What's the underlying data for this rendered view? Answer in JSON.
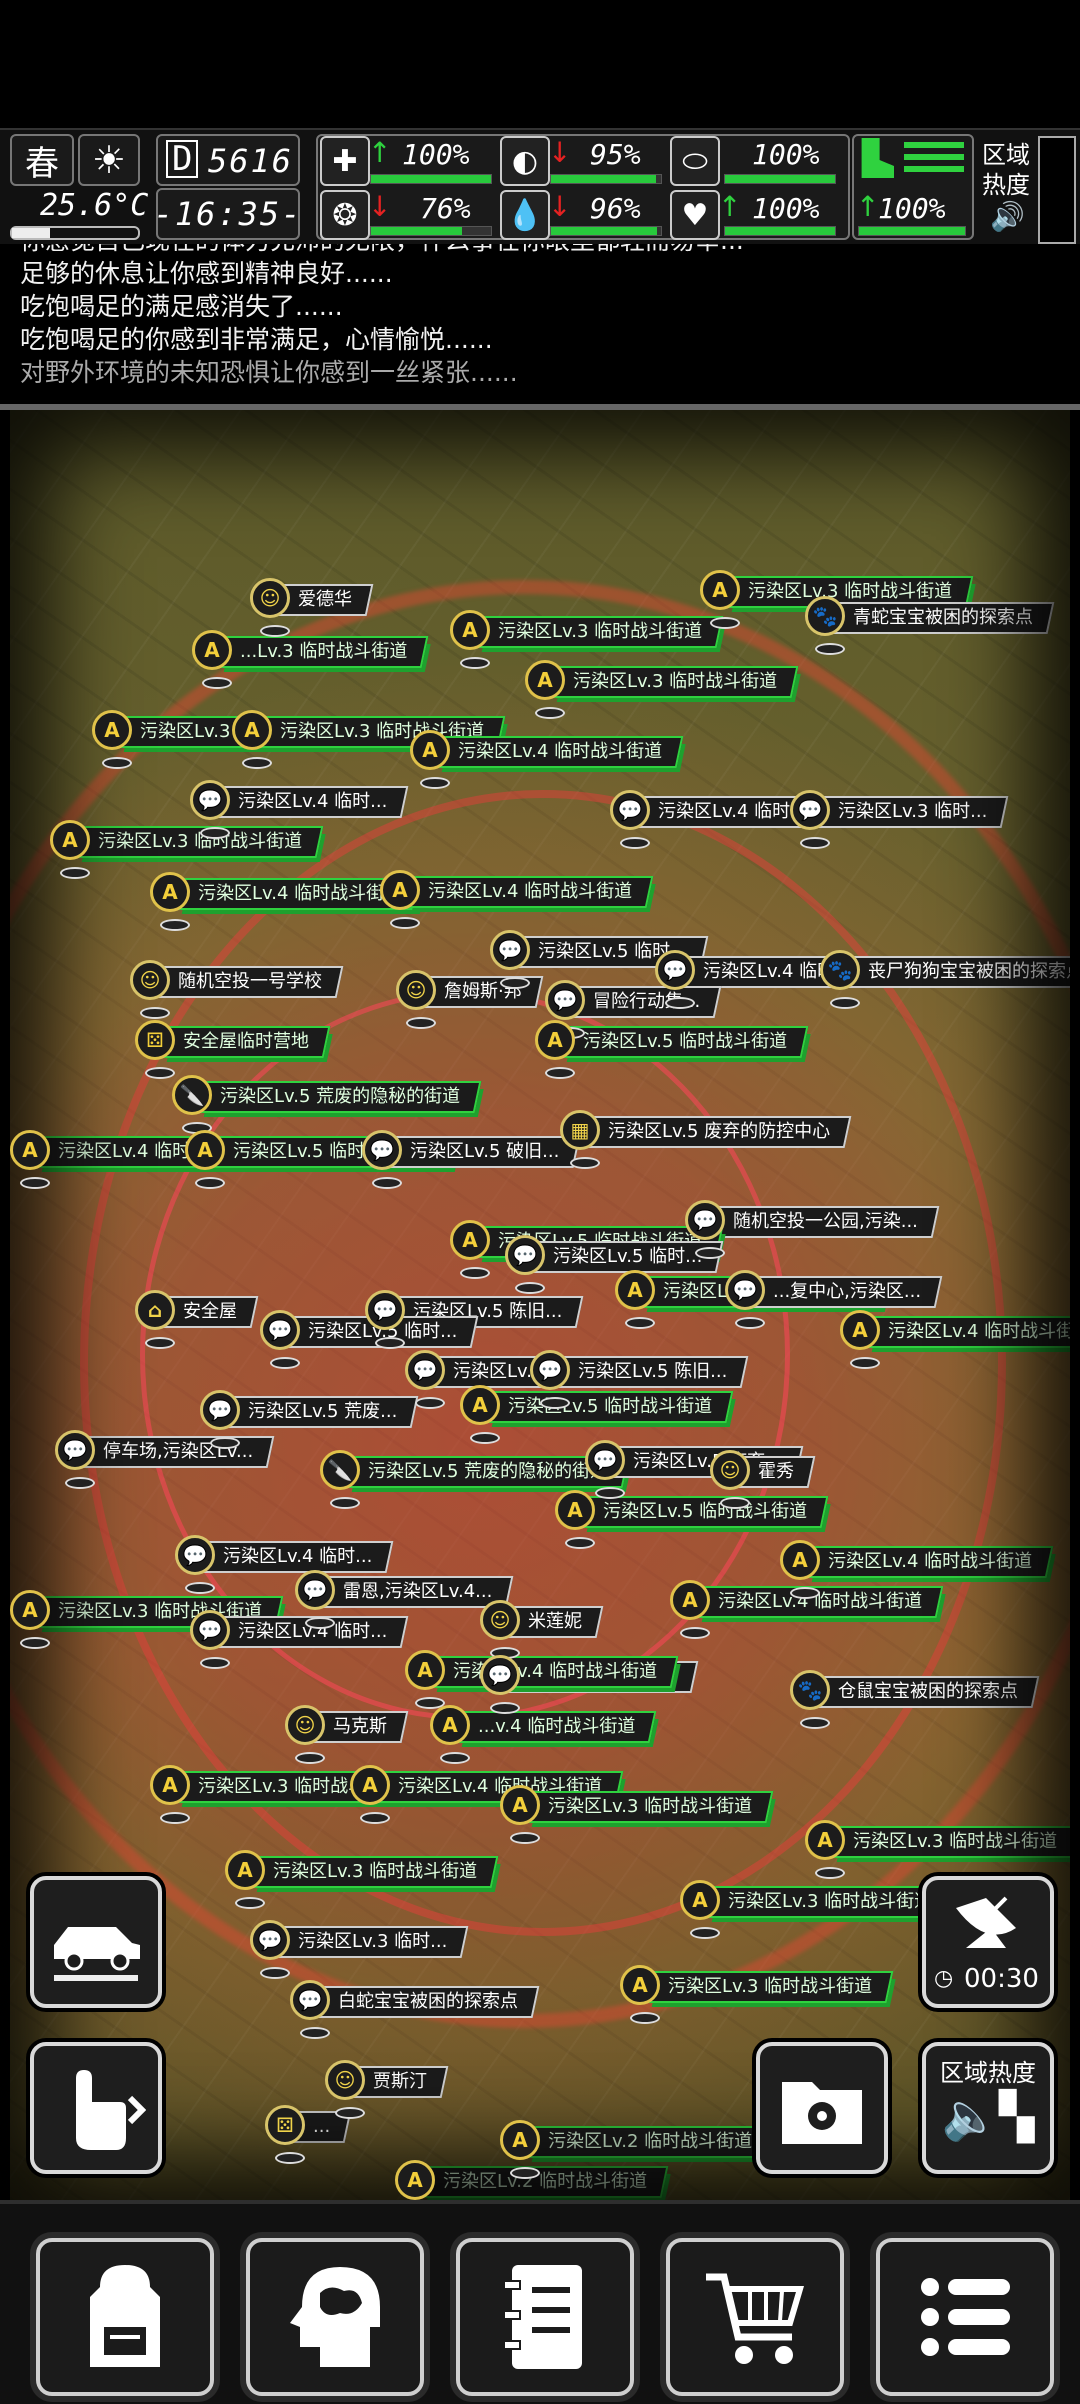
{
  "status": {
    "season": "春",
    "weather_icon": "sun-icon",
    "temperature": "25.6°C",
    "day_label": "D",
    "day_number": "5616",
    "time": "-16:35-",
    "stats": [
      {
        "name": "health",
        "icon": "medkit-icon",
        "trend": "up",
        "value": "100%"
      },
      {
        "name": "stomach",
        "icon": "stomach-icon",
        "trend": "down",
        "value": "95%"
      },
      {
        "name": "capsule",
        "icon": "pill-icon",
        "trend": "none",
        "value": "100%"
      },
      {
        "name": "brain",
        "icon": "brain-icon",
        "trend": "down",
        "value": "76%"
      },
      {
        "name": "water",
        "icon": "water-drop-icon",
        "trend": "down",
        "value": "96%"
      },
      {
        "name": "heart",
        "icon": "heart-icon",
        "trend": "up",
        "value": "100%"
      },
      {
        "name": "stamina",
        "icon": "boot-icon",
        "trend": "up",
        "value": "100%"
      }
    ],
    "region_heat_label": "区域热度"
  },
  "log": [
    "你感觉自己现在的体力充沛的无限，什么事在你眼里都轻而易举...",
    "足够的休息让你感到精神良好......",
    "吃饱喝足的满足感消失了......",
    "吃饱喝足的你感到非常满足，心情愉悦......",
    "对野外环境的未知恐惧让你感到一丝紧张......"
  ],
  "map": {
    "markers": [
      {
        "icon": "person",
        "label": "爱德华",
        "g": false
      },
      {
        "icon": "A",
        "label": "污染区Lv.3 临时战斗街道",
        "g": true
      },
      {
        "icon": "paw",
        "label": "青蛇宝宝被困的探索点",
        "g": false
      },
      {
        "icon": "A",
        "label": "...Lv.3 临时战斗街道",
        "g": true
      },
      {
        "icon": "A",
        "label": "污染区Lv.3 临时战斗街道",
        "g": true
      },
      {
        "icon": "A",
        "label": "污染区Lv.3 临时战斗街道",
        "g": true
      },
      {
        "icon": "A",
        "label": "污染区Lv.3 临时战斗街道",
        "g": true
      },
      {
        "icon": "A",
        "label": "污染区Lv.3 临时战斗街道",
        "g": true
      },
      {
        "icon": "A",
        "label": "污染区Lv.4 临时战斗街道",
        "g": true
      },
      {
        "icon": "chat",
        "label": "污染区Lv.4 临时...",
        "g": false
      },
      {
        "icon": "chat",
        "label": "污染区Lv.4 临时...",
        "g": false
      },
      {
        "icon": "chat",
        "label": "污染区Lv.3 临时...",
        "g": false
      },
      {
        "icon": "A",
        "label": "污染区Lv.3 临时战斗街道",
        "g": true
      },
      {
        "icon": "A",
        "label": "污染区Lv.4 临时战斗街道",
        "g": true
      },
      {
        "icon": "A",
        "label": "污染区Lv.4 临时战斗街道",
        "g": true
      },
      {
        "icon": "chat",
        "label": "污染区Lv.5 临时...",
        "g": false
      },
      {
        "icon": "chat",
        "label": "污染区Lv.4 临时...",
        "g": false
      },
      {
        "icon": "paw",
        "label": "丧尸狗狗宝宝被困的探索点",
        "g": false
      },
      {
        "icon": "person",
        "label": "随机空投一号学校",
        "g": false
      },
      {
        "icon": "person",
        "label": "詹姆斯·邦",
        "g": false
      },
      {
        "icon": "chat",
        "label": "冒险行动集...",
        "g": false
      },
      {
        "icon": "dice",
        "label": "安全屋临时营地",
        "g": true
      },
      {
        "icon": "A",
        "label": "污染区Lv.5 临时战斗街道",
        "g": true
      },
      {
        "icon": "knife",
        "label": "污染区Lv.5 荒废的隐秘的街道",
        "g": true
      },
      {
        "icon": "building",
        "label": "污染区Lv.5 废弃的防控中心",
        "g": false
      },
      {
        "icon": "A",
        "label": "污染区Lv.4 临时战斗街道",
        "g": true
      },
      {
        "icon": "A",
        "label": "污染区Lv.5 临时战斗街道",
        "g": true
      },
      {
        "icon": "chat",
        "label": "污染区Lv.5 破旧...",
        "g": false
      },
      {
        "icon": "chat",
        "label": "随机空投一公园,污染...",
        "g": false
      },
      {
        "icon": "A",
        "label": "污染区Lv.5 临时战斗街道",
        "g": true
      },
      {
        "icon": "chat",
        "label": "污染区Lv.5 临时...",
        "g": false
      },
      {
        "icon": "home",
        "label": "安全屋",
        "g": false
      },
      {
        "icon": "chat",
        "label": "污染区Lv.5 陈旧...",
        "g": false
      },
      {
        "icon": "A",
        "label": "污染区Lv.5 临时战斗街道",
        "g": true
      },
      {
        "icon": "chat",
        "label": "...复中心,污染区...",
        "g": false
      },
      {
        "icon": "A",
        "label": "污染区Lv.4 临时战斗街道",
        "g": true
      },
      {
        "icon": "chat",
        "label": "污染区Lv.5 临时...",
        "g": false
      },
      {
        "icon": "chat",
        "label": "污染区Lv.5 临时...",
        "g": false
      },
      {
        "icon": "chat",
        "label": "污染区Lv.5 陈旧...",
        "g": false
      },
      {
        "icon": "chat",
        "label": "污染区Lv.5 荒废...",
        "g": false
      },
      {
        "icon": "A",
        "label": "污染区Lv.5 临时战斗街道",
        "g": true
      },
      {
        "icon": "chat",
        "label": "停车场,污染区Lv...",
        "g": false
      },
      {
        "icon": "knife",
        "label": "污染区Lv.5 荒废的隐秘的街道",
        "g": true
      },
      {
        "icon": "chat",
        "label": "污染区Lv.5 废弃...",
        "g": false
      },
      {
        "icon": "person",
        "label": "霍秀",
        "g": false
      },
      {
        "icon": "A",
        "label": "污染区Lv.5 临时战斗街道",
        "g": true
      },
      {
        "icon": "chat",
        "label": "污染区Lv.4 临时...",
        "g": false
      },
      {
        "icon": "chat",
        "label": "雷恩,污染区Lv.4...",
        "g": false
      },
      {
        "icon": "A",
        "label": "污染区Lv.4 临时战斗街道",
        "g": true
      },
      {
        "icon": "A",
        "label": "污染区Lv.3 临时战斗街道",
        "g": true
      },
      {
        "icon": "chat",
        "label": "污染区Lv.4 临时...",
        "g": false
      },
      {
        "icon": "person",
        "label": "米莲妮",
        "g": false
      },
      {
        "icon": "A",
        "label": "污染区Lv.4 临时战斗街道",
        "g": true
      },
      {
        "icon": "chat",
        "label": "污染区Lv.4 临时...",
        "g": false
      },
      {
        "icon": "paw",
        "label": "仓鼠宝宝被困的探索点",
        "g": false
      },
      {
        "icon": "A",
        "label": "污染区Lv.4 临时战斗街道",
        "g": true
      },
      {
        "icon": "person",
        "label": "马克斯",
        "g": false
      },
      {
        "icon": "A",
        "label": "...v.4 临时战斗街道",
        "g": true
      },
      {
        "icon": "A",
        "label": "污染区Lv.3 临时战斗街道",
        "g": true
      },
      {
        "icon": "A",
        "label": "污染区Lv.4 临时战斗街道",
        "g": true
      },
      {
        "icon": "A",
        "label": "污染区Lv.3 临时战斗街道",
        "g": true
      },
      {
        "icon": "A",
        "label": "污染区Lv.3 临时战斗街道",
        "g": true
      },
      {
        "icon": "A",
        "label": "污染区Lv.3 临时战斗街道",
        "g": true
      },
      {
        "icon": "chat",
        "label": "污染区Lv.3 临时...",
        "g": false
      },
      {
        "icon": "A",
        "label": "污染区Lv.3 临时战斗街道",
        "g": true
      },
      {
        "icon": "chat",
        "label": "白蛇宝宝被困的探索点",
        "g": false
      },
      {
        "icon": "A",
        "label": "污染区Lv.3 临时战斗街道",
        "g": true
      },
      {
        "icon": "person",
        "label": "贾斯汀",
        "g": false
      },
      {
        "icon": "dice",
        "label": "...",
        "g": false
      },
      {
        "icon": "A",
        "label": "污染区Lv.2 临时战斗街道",
        "g": true
      },
      {
        "icon": "A",
        "label": "污染区Lv.2 临时战斗街道",
        "g": true
      }
    ]
  },
  "side_buttons": {
    "vehicle": "car-icon",
    "radar_timer": "00:30",
    "interact": "tap-hand-icon",
    "map_file": "map-folder-icon",
    "region_heat": "区域热度"
  },
  "nav": [
    {
      "name": "backpack",
      "icon": "backpack-icon"
    },
    {
      "name": "skills",
      "icon": "brain-head-icon"
    },
    {
      "name": "journal",
      "icon": "notebook-icon"
    },
    {
      "name": "shop",
      "icon": "cart-icon"
    },
    {
      "name": "menu",
      "icon": "menu-list-icon"
    }
  ]
}
